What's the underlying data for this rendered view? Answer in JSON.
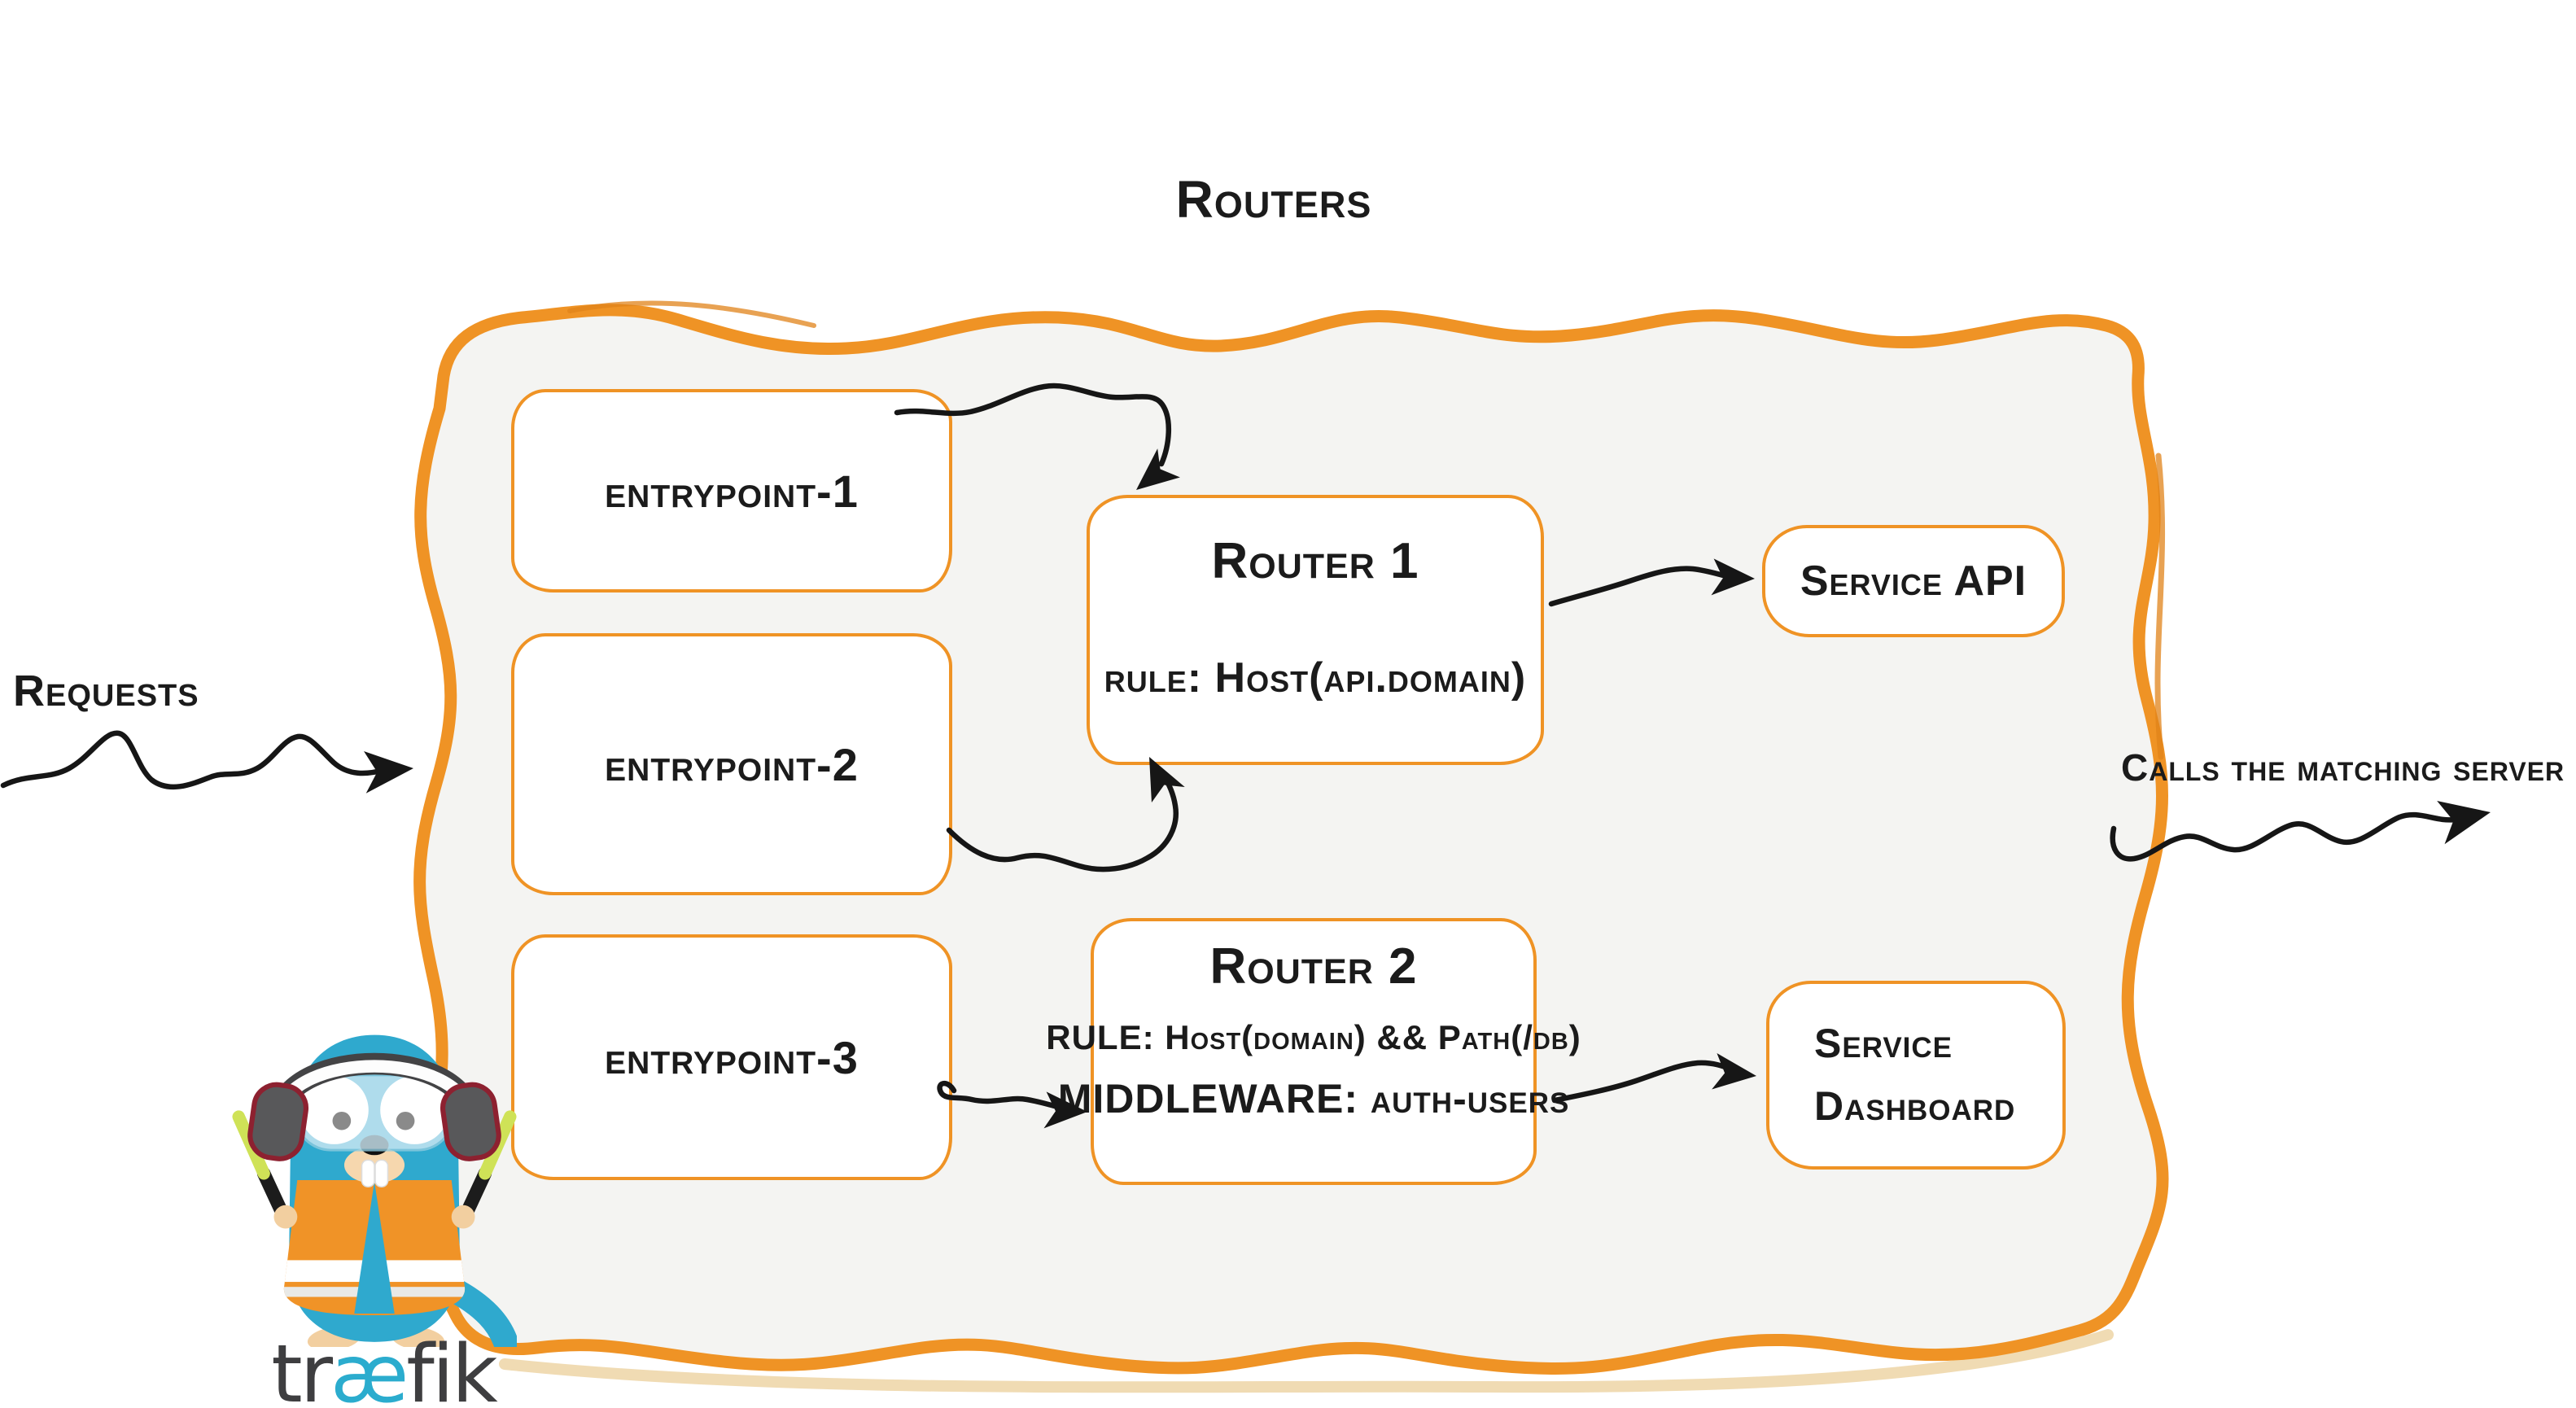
{
  "title": "Routers",
  "colors": {
    "orange": "#ef9325",
    "panel_bg": "#f4f4f2",
    "box_bg": "#ffffff",
    "ink": "#161616",
    "teal": "#2bacce",
    "wordmark_gray": "#3e3e40",
    "shadow_tan": "#eed7ab"
  },
  "entrypoints": [
    {
      "label": "entrypoint-1"
    },
    {
      "label": "entrypoint-2"
    },
    {
      "label": "entrypoint-3"
    }
  ],
  "routers": [
    {
      "title": "Router 1",
      "rule": "rule: Host(api.domain)"
    },
    {
      "title": "Router 2",
      "rule": "RULE: Host(domain) && Path(/db)",
      "middleware": "MIDDLEWARE: auth-users"
    }
  ],
  "services": [
    {
      "lines": [
        "Service API"
      ]
    },
    {
      "lines": [
        "Service",
        "Dashboard"
      ]
    }
  ],
  "labels": {
    "requests": "Requests",
    "calls": "Calls the matching server"
  },
  "logo": {
    "pre": "tr",
    "ae": "æ",
    "post": "fik"
  }
}
